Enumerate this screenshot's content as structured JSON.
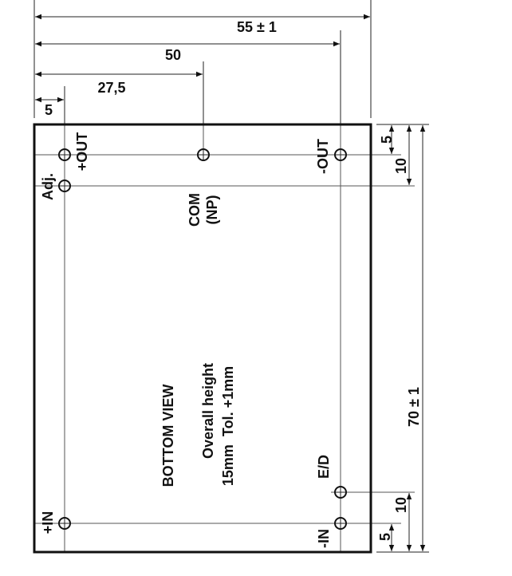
{
  "dimensions": {
    "width_total": "55 ± 1",
    "pin_neg_out_x": "50",
    "pin_com_x": "27,5",
    "pin_pos_out_x": "5",
    "height_total": "70 ± 1",
    "top_pin_y": "5",
    "adj_pin_y": "10",
    "bottom_ed_y": "10",
    "bottom_in_y": "5"
  },
  "pins": {
    "pos_out": "+OUT",
    "neg_out": "-OUT",
    "adj": "Adj.",
    "com": "COM",
    "com_note": "(NP)",
    "ed": "E/D",
    "pos_in": "+IN",
    "neg_in": "-IN"
  },
  "notes": {
    "view": "BOTTOM VIEW",
    "height_line1": "Overall height",
    "height_line2": "15mm  Tol. +1mm"
  }
}
